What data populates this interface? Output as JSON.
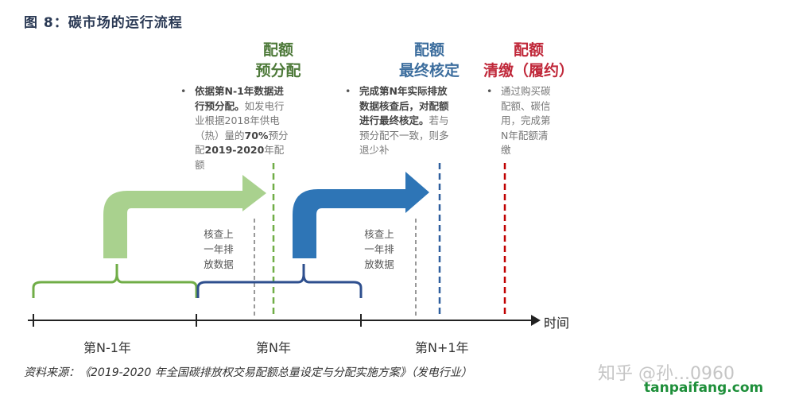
{
  "title": "图 8：碳市场的运行流程",
  "stages": [
    {
      "line1": "配额",
      "line2": "预分配",
      "color": "#4e7a3a"
    },
    {
      "line1": "配额",
      "line2": "最终核定",
      "color": "#3d6e9e"
    },
    {
      "line1": "配额",
      "line2": "清缴（履约）",
      "color": "#c0283a"
    }
  ],
  "bullets": [
    {
      "bold": "依据第N-1年数据进行预分配。",
      "rest1": "如发电行业根据2018年供电（热）量的",
      "bold2": "70%",
      "rest2": "预分配",
      "bold3": "2019-2020",
      "rest3": "年配额"
    },
    {
      "bold": "完成第N年实际排放数据核查后，对配额进行最终核定。",
      "rest": "若与预分配不一致，则多退少补"
    },
    {
      "rest": "通过购买碳配额、碳信用，完成第N年配额清缴"
    }
  ],
  "check_label": [
    "核查上",
    "一年排",
    "放数据"
  ],
  "timeline": {
    "axis_label": "时间",
    "years": [
      "第N-1年",
      "第N年",
      "第N+1年"
    ]
  },
  "source": "资料来源：《2019-2020 年全国碳排放权交易配额总量设定与分配实施方案》（发电行业）",
  "watermark": "知乎 @孙...0960",
  "logo": "tanpaifang.com"
}
